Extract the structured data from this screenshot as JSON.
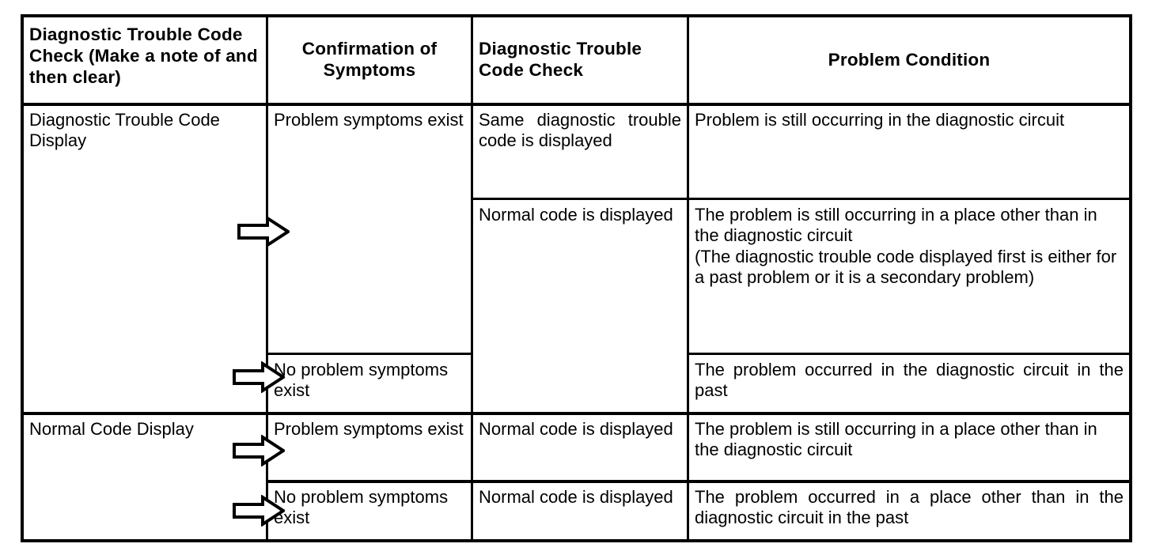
{
  "document": {
    "type": "diagnostic-decision-table",
    "title_present": false
  },
  "table": {
    "columns": [
      {
        "key": "dtc_check_clear",
        "header": "Diagnostic Trouble Code Check (Make a note of and then clear)"
      },
      {
        "key": "confirmation",
        "header": "Confirmation of Symptoms"
      },
      {
        "key": "dtc_check",
        "header": "Diagnostic Trouble Code Check"
      },
      {
        "key": "problem_condition",
        "header": "Problem Condition"
      }
    ],
    "groups": [
      {
        "label": "Diagnostic Trouble Code Display",
        "rows": [
          {
            "confirmation": "Problem symptoms exist",
            "dtc_check": "Same diagnostic trouble code is displayed",
            "problem_condition": "Problem is still occurring in the diagnostic circuit"
          },
          {
            "confirmation": "",
            "dtc_check": "Normal code is displayed",
            "problem_condition_line1": "The problem is still occurring in a place other than in the diagnostic circuit",
            "problem_condition_line2": "(The diagnostic trouble code displayed first is either for a past problem or it is a secondary problem)"
          },
          {
            "confirmation": "No problem symptoms exist",
            "dtc_check": "",
            "problem_condition": "The problem occurred in the diagnostic circuit in the past"
          }
        ]
      },
      {
        "label": "Normal Code Display",
        "rows": [
          {
            "confirmation": "Problem symptoms exist",
            "dtc_check": "Normal code is displayed",
            "problem_condition": "The problem is still occurring in a place other than in the diagnostic circuit"
          },
          {
            "confirmation": "No problem symptoms exist",
            "dtc_check": "Normal code is displayed",
            "problem_condition": "The problem occurred in a place other than in the diagnostic circuit in the past"
          }
        ]
      }
    ],
    "arrows": [
      {
        "name": "flow-arrow-1",
        "points": "right"
      },
      {
        "name": "flow-arrow-2",
        "points": "right"
      },
      {
        "name": "flow-arrow-3",
        "points": "right"
      },
      {
        "name": "flow-arrow-4",
        "points": "right"
      }
    ]
  },
  "colors": {
    "ink": "#000000",
    "paper": "#ffffff"
  }
}
